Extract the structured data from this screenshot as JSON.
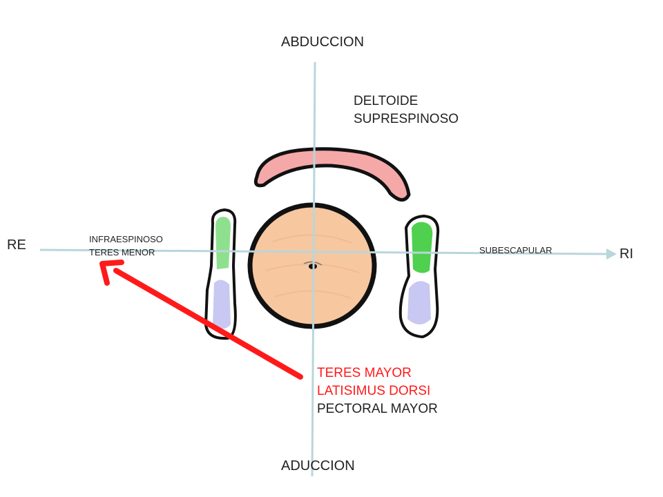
{
  "axes": {
    "top": "ABDUCCION",
    "bottom": "ADUCCION",
    "left": "RE",
    "right": "RI",
    "axis_color": "#b8d6dc"
  },
  "muscles": {
    "top": [
      "DELTOIDE",
      "SUPRESPINOSO"
    ],
    "left": [
      "INFRAESPINOSO",
      "TERES MENOR"
    ],
    "right": "SUBESCAPULAR",
    "bottom_red": [
      "TERES MAYOR",
      "LATISIMUS DORSI"
    ],
    "bottom_black": "PECTORAL MAYOR"
  },
  "colors": {
    "humeral_head": "#f7c7a0",
    "deltoid": "#f5a8a8",
    "rotator_green": "#8ee08e",
    "rotator_blue": "#c8c8f2",
    "arrow": "#ff1a1a",
    "outline": "#111111"
  }
}
